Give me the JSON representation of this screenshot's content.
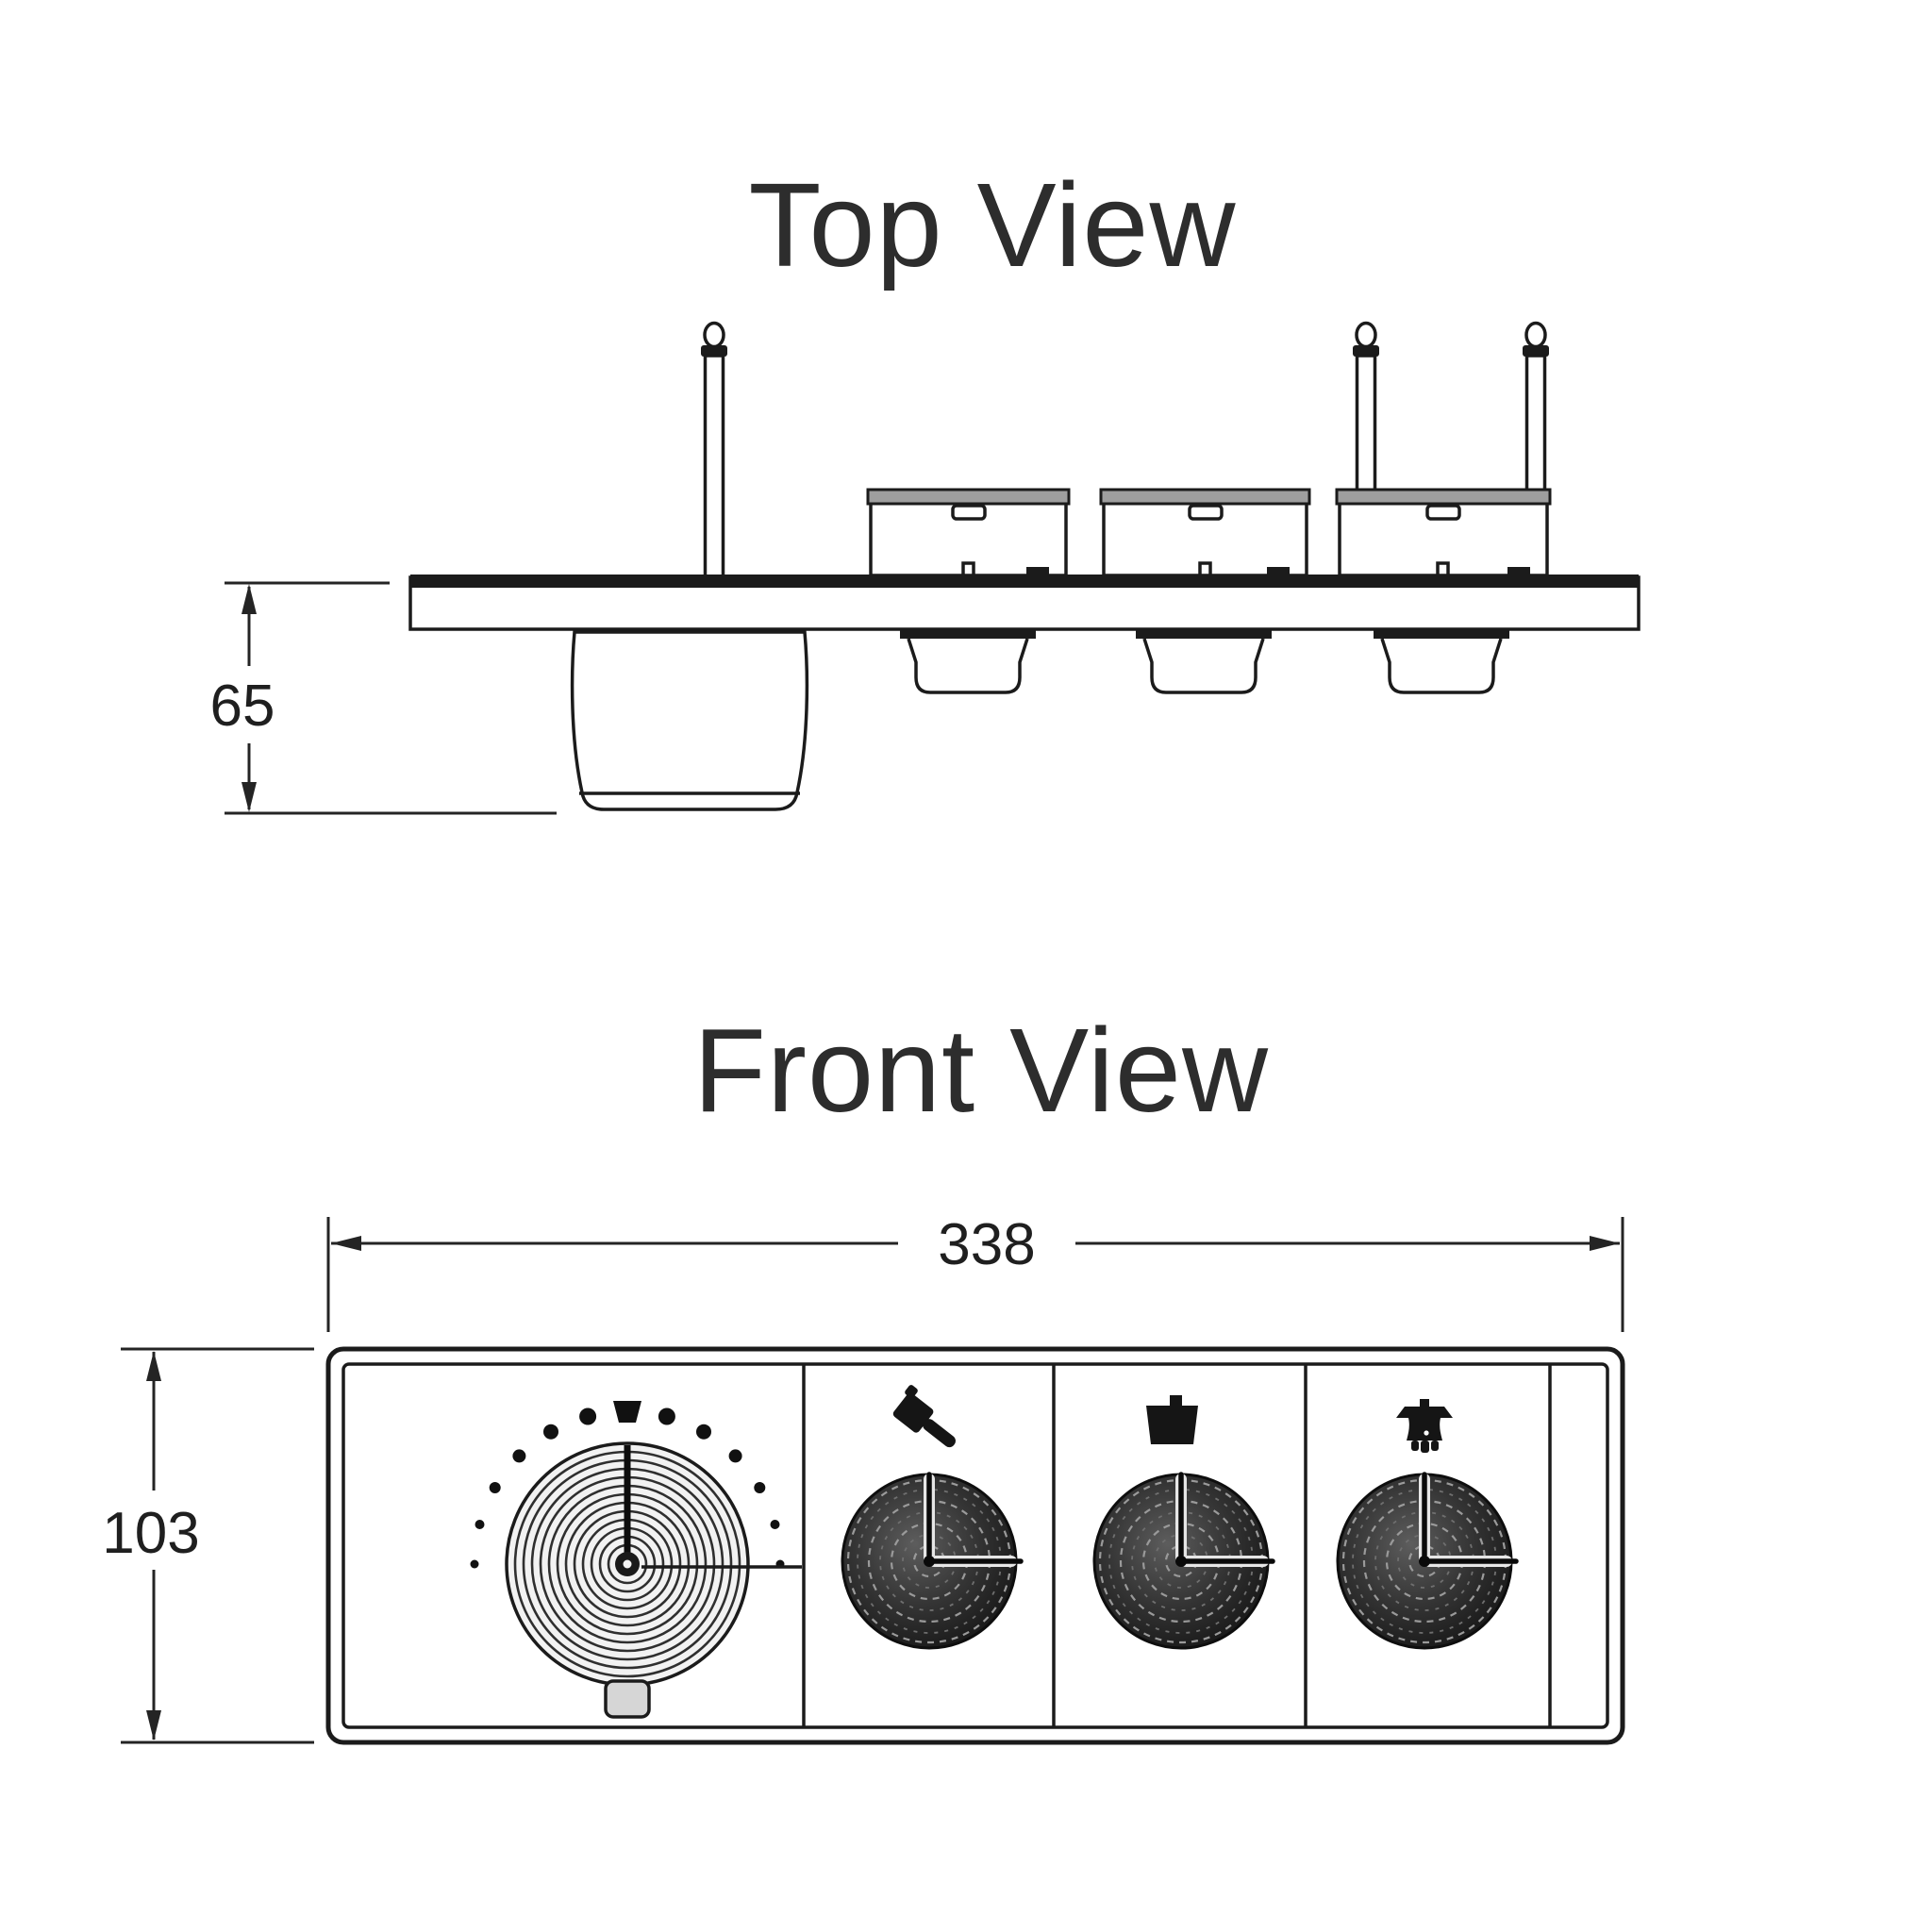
{
  "document": {
    "kind": "technical-dimension-drawing",
    "background": "#ffffff",
    "line_color": "#1b1b1b",
    "text_color": "#2d2d2d"
  },
  "views": {
    "top": {
      "title": "Top View"
    },
    "front": {
      "title": "Front View"
    }
  },
  "dimensions": {
    "depth": {
      "value": "65"
    },
    "width": {
      "value": "338"
    },
    "height": {
      "value": "103"
    }
  },
  "top_view": {
    "parts": [
      "wall-plate",
      "handle-lever",
      "valve-box-1",
      "valve-box-2",
      "valve-box-3",
      "connection-rod-1",
      "connection-rod-2",
      "temperature-knob-cup",
      "volume-knob-stem-1",
      "volume-knob-stem-2",
      "volume-knob-stem-3"
    ]
  },
  "front_view": {
    "sections": [
      {
        "name": "temperature-dial-section",
        "icon": "dial-tick-scale-icon"
      },
      {
        "name": "hand-shower-outlet-section",
        "icon": "hand-shower-icon"
      },
      {
        "name": "bath-spout-outlet-section",
        "icon": "bath-spout-icon"
      },
      {
        "name": "overhead-shower-outlet-section",
        "icon": "overhead-shower-icon"
      },
      {
        "name": "end-cap-strip",
        "icon": ""
      }
    ]
  }
}
